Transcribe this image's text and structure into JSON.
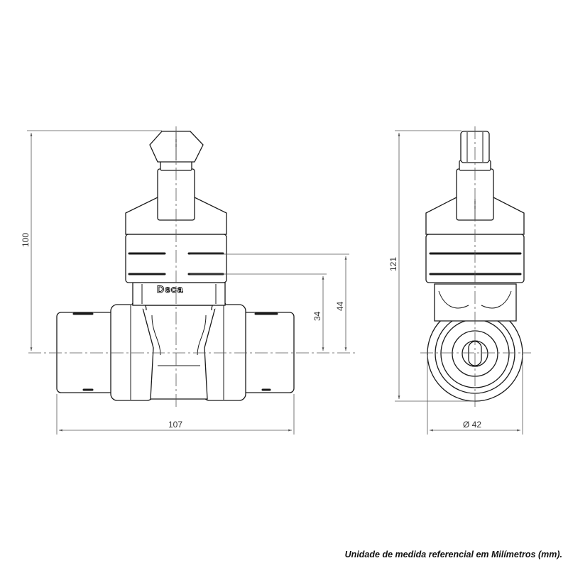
{
  "front_view": {
    "brand_label": "Deca",
    "dimensions": {
      "overall_height": "100",
      "upper_band_height": "44",
      "lower_band_height": "34",
      "overall_width": "107"
    }
  },
  "side_view": {
    "dimensions": {
      "overall_height": "121",
      "diameter": "Ø 42"
    }
  },
  "footnote": "Unidade de medida referencial em Milímetros (mm)."
}
